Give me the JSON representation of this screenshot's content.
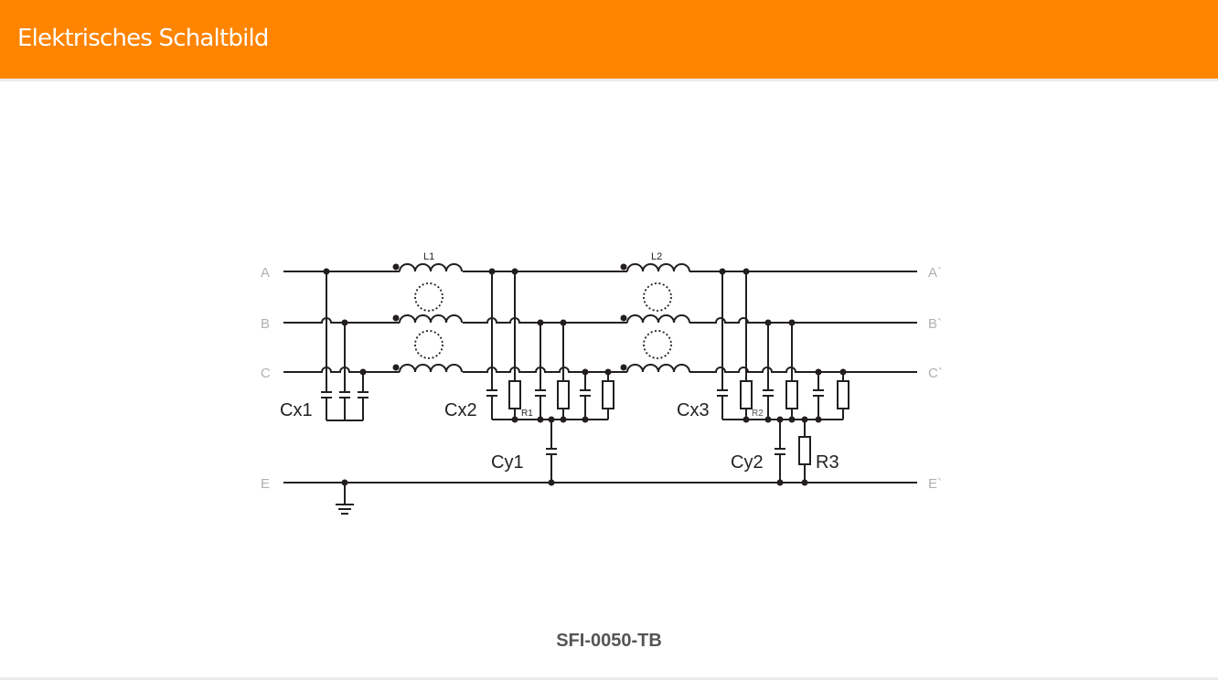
{
  "header": {
    "title": "Elektrisches Schaltbild",
    "background_color": "#ff8400"
  },
  "diagram": {
    "type": "electrical-schematic",
    "input_lines": [
      "A",
      "B",
      "C",
      "E"
    ],
    "output_lines": [
      "A`",
      "B`",
      "C`",
      "E`"
    ],
    "inductors": [
      "L1",
      "L2"
    ],
    "capacitor_groups": [
      "Cx1",
      "Cx2",
      "Cx3"
    ],
    "y_capacitors": [
      "Cy1",
      "Cy2"
    ],
    "resistors": [
      "R1",
      "R2",
      "R3"
    ],
    "line_color": "#231f20",
    "terminal_label_color": "#b0b0b0"
  },
  "caption": "SFI-0050-TB"
}
